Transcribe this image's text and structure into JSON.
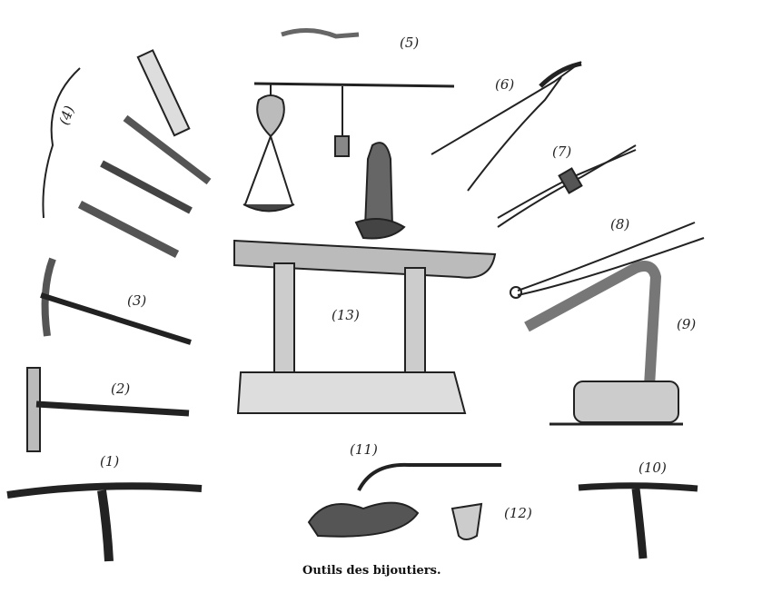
{
  "caption": "Outils des bijoutiers.",
  "labels": {
    "l1": "(1)",
    "l2": "(2)",
    "l3": "(3)",
    "l4": "(4)",
    "l5": "(5)",
    "l6": "(6)",
    "l7": "(7)",
    "l8": "(8)",
    "l9": "(9)",
    "l10": "(10)",
    "l11": "(11)",
    "l12": "(12)",
    "l13": "(13)"
  },
  "colors": {
    "ink": "#222222",
    "shade": "#8a8a8a",
    "paper": "#ffffff"
  }
}
